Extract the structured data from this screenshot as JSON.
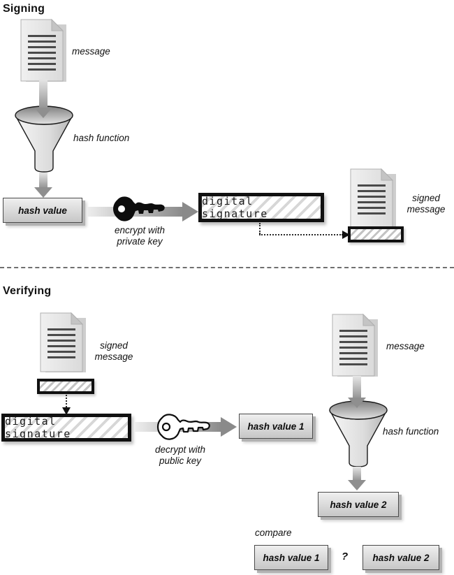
{
  "signing": {
    "heading": "Signing",
    "message_label": "message",
    "hash_function_label": "hash function",
    "hash_value_label": "hash value",
    "encrypt_label": "encrypt with\nprivate key",
    "digital_signature_label": "digital signature",
    "signed_message_label": "signed\nmessage"
  },
  "verifying": {
    "heading": "Verifying",
    "signed_message_label": "signed\nmessage",
    "digital_signature_label": "digital signature",
    "decrypt_label": "decrypt with\npublic key",
    "hash_value_1_label": "hash value 1",
    "message_label": "message",
    "hash_function_label": "hash function",
    "hash_value_2_label": "hash value 2",
    "compare_label": "compare",
    "compare_question": "?",
    "compare_hash_value_1": "hash value 1",
    "compare_hash_value_2": "hash value 2"
  },
  "icons": {
    "document": "page-with-folded-corner",
    "funnel": "hash-funnel",
    "private_key": "solid-black-key",
    "public_key": "white-outline-key",
    "arrow": "gray-gradient-arrow"
  },
  "colors": {
    "box_border": "#111111",
    "slab_top": "#efefef",
    "slab_bottom": "#c6c6c6",
    "hatch_stripe": "#d7d7d7",
    "arrow_dark": "#8a8a8a",
    "arrow_light": "#e6e6e6",
    "divider": "#707070"
  }
}
